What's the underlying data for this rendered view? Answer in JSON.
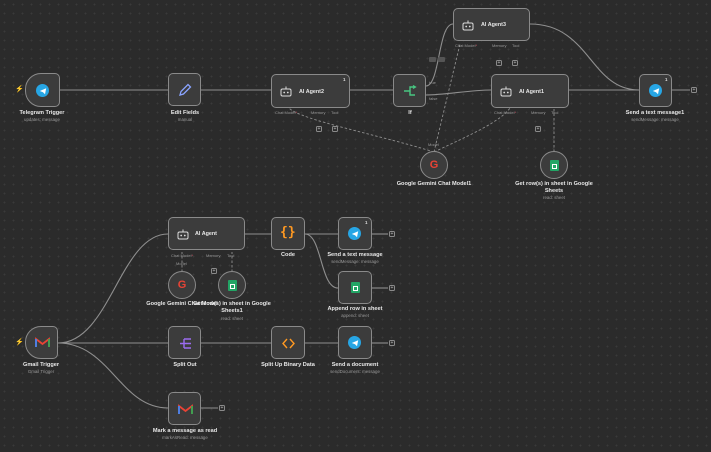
{
  "canvas": {
    "nodes": {
      "telegram_trigger": {
        "label": "Telegram Trigger",
        "sub": "updates: message"
      },
      "edit_fields": {
        "label": "Edit Fields",
        "sub": "manual"
      },
      "ai_agent2": {
        "title": "AI Agent2",
        "badge": "1"
      },
      "if": {
        "label": "If",
        "true_label": "true",
        "false_label": "false"
      },
      "ai_agent3": {
        "title": "AI Agent3"
      },
      "ai_agent1": {
        "title": "AI Agent1"
      },
      "send_text1": {
        "label": "Send a text message1",
        "sub": "sendMessage: message",
        "badge": "1"
      },
      "gemini_model1": {
        "label": "Google Gemini Chat Model1"
      },
      "get_rows": {
        "label": "Get row(s) in sheet in Google Sheets",
        "sub": "read: sheet"
      },
      "ai_agent": {
        "title": "AI Agent"
      },
      "code": {
        "label": "Code"
      },
      "send_text": {
        "label": "Send a text message",
        "sub": "sendMessage: message",
        "badge": "1"
      },
      "append_row": {
        "label": "Append row in sheet",
        "sub": "append: sheet"
      },
      "gemini_model": {
        "label": "Google Gemini Chat Model"
      },
      "get_rows1": {
        "label": "Get row(s) in sheet in Google Sheets1",
        "sub": "read: sheet"
      },
      "gmail_trigger": {
        "label": "Gmail Trigger",
        "sub": "Gmail Trigger"
      },
      "split_out": {
        "label": "Split Out"
      },
      "split_binary": {
        "label": "Split Up Binary Data"
      },
      "send_document": {
        "label": "Send a document",
        "sub": "sendDocument: message"
      },
      "mark_read": {
        "label": "Mark a message as read",
        "sub": "markAsRead: message"
      }
    },
    "ports": {
      "chat_model": "Chat Model",
      "required": "*",
      "memory": "Memory",
      "tool": "Tool",
      "model": "Model"
    },
    "colors": {
      "background": "#2b2b2b",
      "node": "#3c3c3c",
      "border": "#8a8a8a",
      "telegram": "#27a6e5",
      "sheets": "#22a565",
      "code": "#ff9922",
      "split": "#9b6cf0",
      "trigger_bolt": "#ff6d5a",
      "required": "#e0566a"
    },
    "icons": [
      "telegram-icon",
      "pencil-icon",
      "robot-icon",
      "if-branch-icon",
      "google-icon",
      "google-sheets-icon",
      "code-braces-icon",
      "gmail-icon",
      "split-out-icon",
      "split-binary-icon",
      "lightning-icon"
    ]
  }
}
